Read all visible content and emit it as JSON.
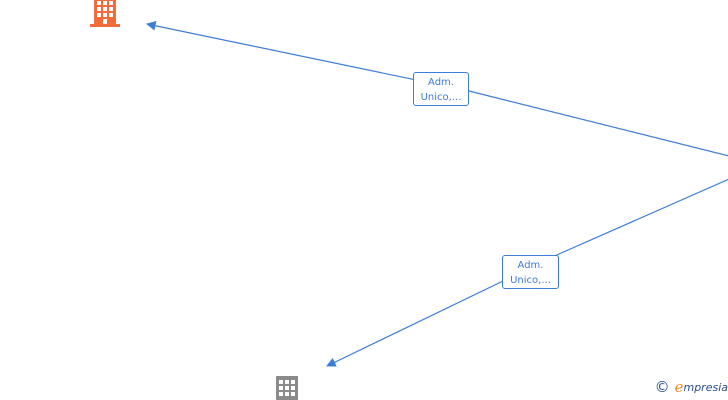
{
  "diagram": {
    "nodes": [
      {
        "id": "company-top",
        "icon": "building-icon",
        "color": "#f26b3a"
      },
      {
        "id": "company-bottom",
        "icon": "building-icon",
        "color": "#8a8a8a"
      }
    ],
    "edges": [
      {
        "id": "edge-1",
        "label_line1": "Adm.",
        "label_line2": "Unico,...",
        "color": "#3b7dd8"
      },
      {
        "id": "edge-2",
        "label_line1": "Adm.",
        "label_line2": "Unico,...",
        "color": "#3b7dd8"
      }
    ]
  },
  "watermark": {
    "symbol": "©",
    "brand_first": "e",
    "brand_rest": "mpresia"
  }
}
